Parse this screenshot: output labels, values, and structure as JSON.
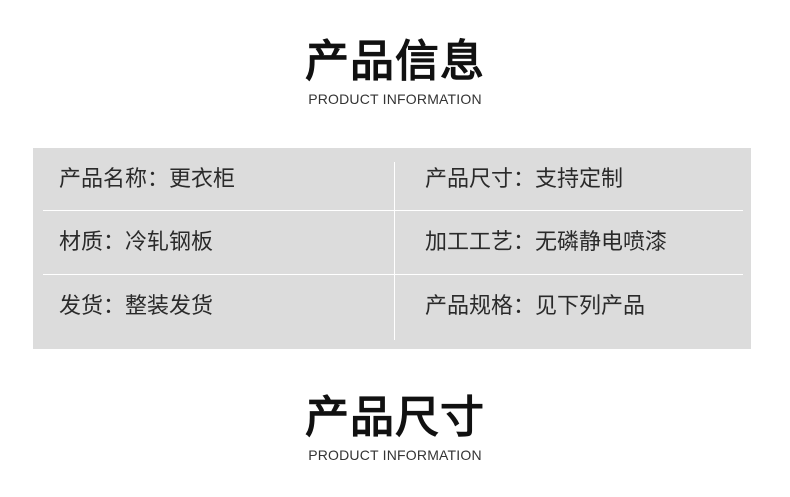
{
  "sections": [
    {
      "title_cn": "产品信息",
      "title_en": "PRODUCT INFORMATION"
    },
    {
      "title_cn": "产品尺寸",
      "title_en": "PRODUCT INFORMATION"
    }
  ],
  "info_table": {
    "rows": [
      {
        "left": "产品名称：更衣柜",
        "right": "产品尺寸：支持定制"
      },
      {
        "left": "材质：冷轧钢板",
        "right": "加工工艺：无磷静电喷漆"
      },
      {
        "left": "发货：整装发货",
        "right": "产品规格：见下列产品"
      }
    ],
    "background_color": "#dcdcdc",
    "divider_color": "#ffffff"
  }
}
